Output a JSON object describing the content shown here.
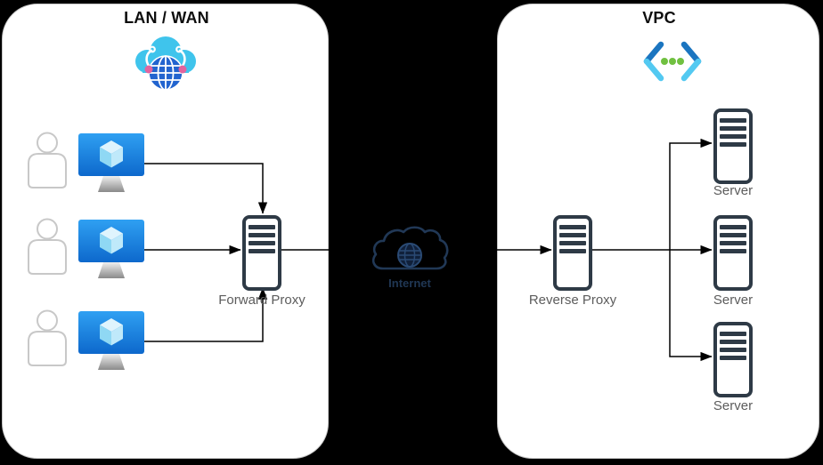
{
  "diagram": {
    "background": "#000000",
    "panels": {
      "lan": {
        "title": "LAN / WAN",
        "icon": "virtual-wan-cloud-icon"
      },
      "vpc": {
        "title": "VPC",
        "icon": "virtual-network-icon"
      }
    },
    "nodes": {
      "forward_proxy": {
        "label": "Forward Proxy",
        "icon": "server-rack-icon"
      },
      "reverse_proxy": {
        "label": "Reverse Proxy",
        "icon": "server-rack-icon"
      },
      "internet": {
        "label": "Internet",
        "icon": "internet-cloud-icon"
      },
      "servers": [
        {
          "label": "Server",
          "icon": "server-rack-icon"
        },
        {
          "label": "Server",
          "icon": "server-rack-icon"
        },
        {
          "label": "Server",
          "icon": "server-rack-icon"
        }
      ],
      "workstations": [
        {
          "user_icon": "person-icon",
          "machine_icon": "vm-monitor-icon"
        },
        {
          "user_icon": "person-icon",
          "machine_icon": "vm-monitor-icon"
        },
        {
          "user_icon": "person-icon",
          "machine_icon": "vm-monitor-icon"
        }
      ]
    },
    "colors": {
      "panel_bg": "#ffffff",
      "panel_border": "#c6c6c6",
      "node_dark": "#2e3a46",
      "label_gray": "#5c5c5c",
      "connector": "#000000",
      "internet_navy": "#213856",
      "wan_cloud_cyan": "#3fc4ec",
      "wan_globe_blue": "#2264cf",
      "wan_dot_pink": "#e2649f",
      "vm_screen_blue_top": "#2fa0f2",
      "vm_screen_blue_bottom": "#0d68cc",
      "vnet_dark_blue": "#1b75c0",
      "vnet_cyan": "#53c9f1",
      "vnet_green": "#70c040",
      "user_outline": "#c8c8c8"
    }
  }
}
